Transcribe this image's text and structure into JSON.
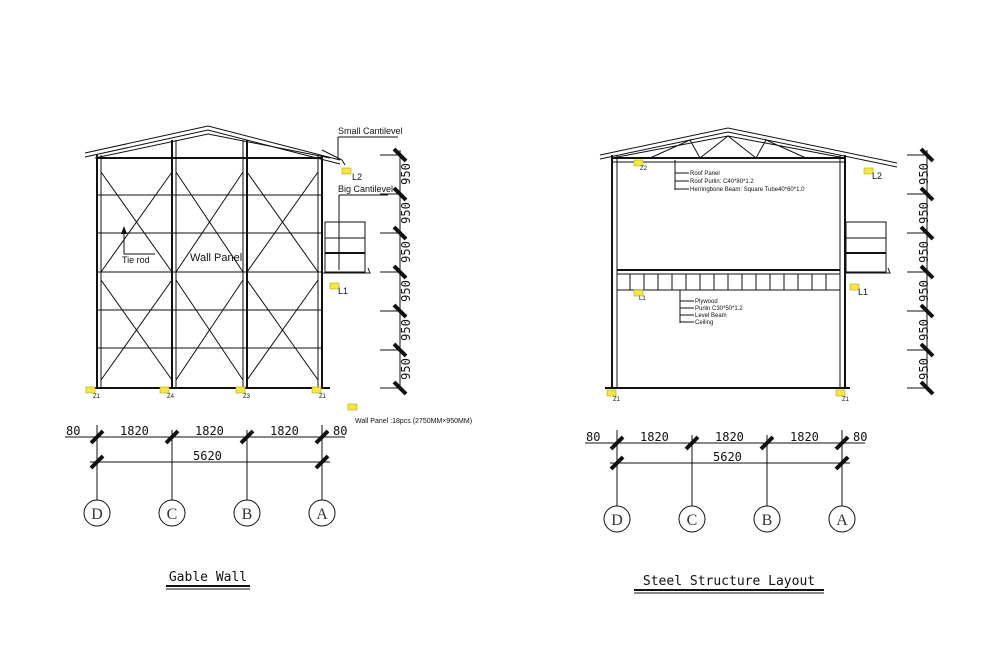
{
  "gable_wall": {
    "title": "Gable Wall",
    "labels": {
      "small_cantilever": "Small Cantilevel",
      "big_cantilever": "Big Cantilevel",
      "tie_rod": "Tie rod",
      "wall_panel": "Wall Panel",
      "l2": "L2",
      "l1": "L1",
      "wall_panel_note": "Wall Panel :18pcs (2750MM×950MM)"
    },
    "column_marks": [
      "Z1",
      "Z4",
      "Z3",
      "Z1"
    ],
    "vertical_dims": [
      "950",
      "950",
      "950",
      "950",
      "950",
      "950"
    ],
    "dims_top": [
      "80",
      "1820",
      "1820",
      "1820",
      "80"
    ],
    "dim_total": "5620",
    "grid_axes": [
      "D",
      "C",
      "B",
      "A"
    ]
  },
  "steel_structure": {
    "title": "Steel Structure Layout",
    "roof_callouts": [
      "Roof Panel",
      "Roof Purlin: C40*80*1.2",
      "Herringbone Beam: Square Tube40*60*1.0"
    ],
    "ceiling_callouts": [
      "Plywood",
      "Purlin C30*50*1.2",
      "Level Beam",
      "Ceiling"
    ],
    "marks": {
      "z2": "Z2",
      "l2": "L2",
      "l1_left": "L1",
      "l1_right": "L1"
    },
    "column_marks": [
      "Z1",
      "Z1"
    ],
    "vertical_dims": [
      "950",
      "950",
      "950",
      "950",
      "950",
      "950"
    ],
    "dims_top": [
      "80",
      "1820",
      "1820",
      "1820",
      "80"
    ],
    "dim_total": "5620",
    "grid_axes": [
      "D",
      "C",
      "B",
      "A"
    ]
  }
}
